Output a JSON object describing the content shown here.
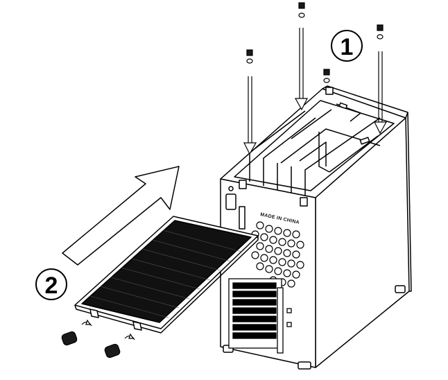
{
  "steps": [
    {
      "number": "1"
    },
    {
      "number": "2"
    }
  ],
  "case_label": "MADE IN CHINA",
  "colors": {
    "line": "#000000",
    "fill": "#ffffff",
    "filter_mesh": "#111111",
    "screw": "#1a1a1a"
  }
}
